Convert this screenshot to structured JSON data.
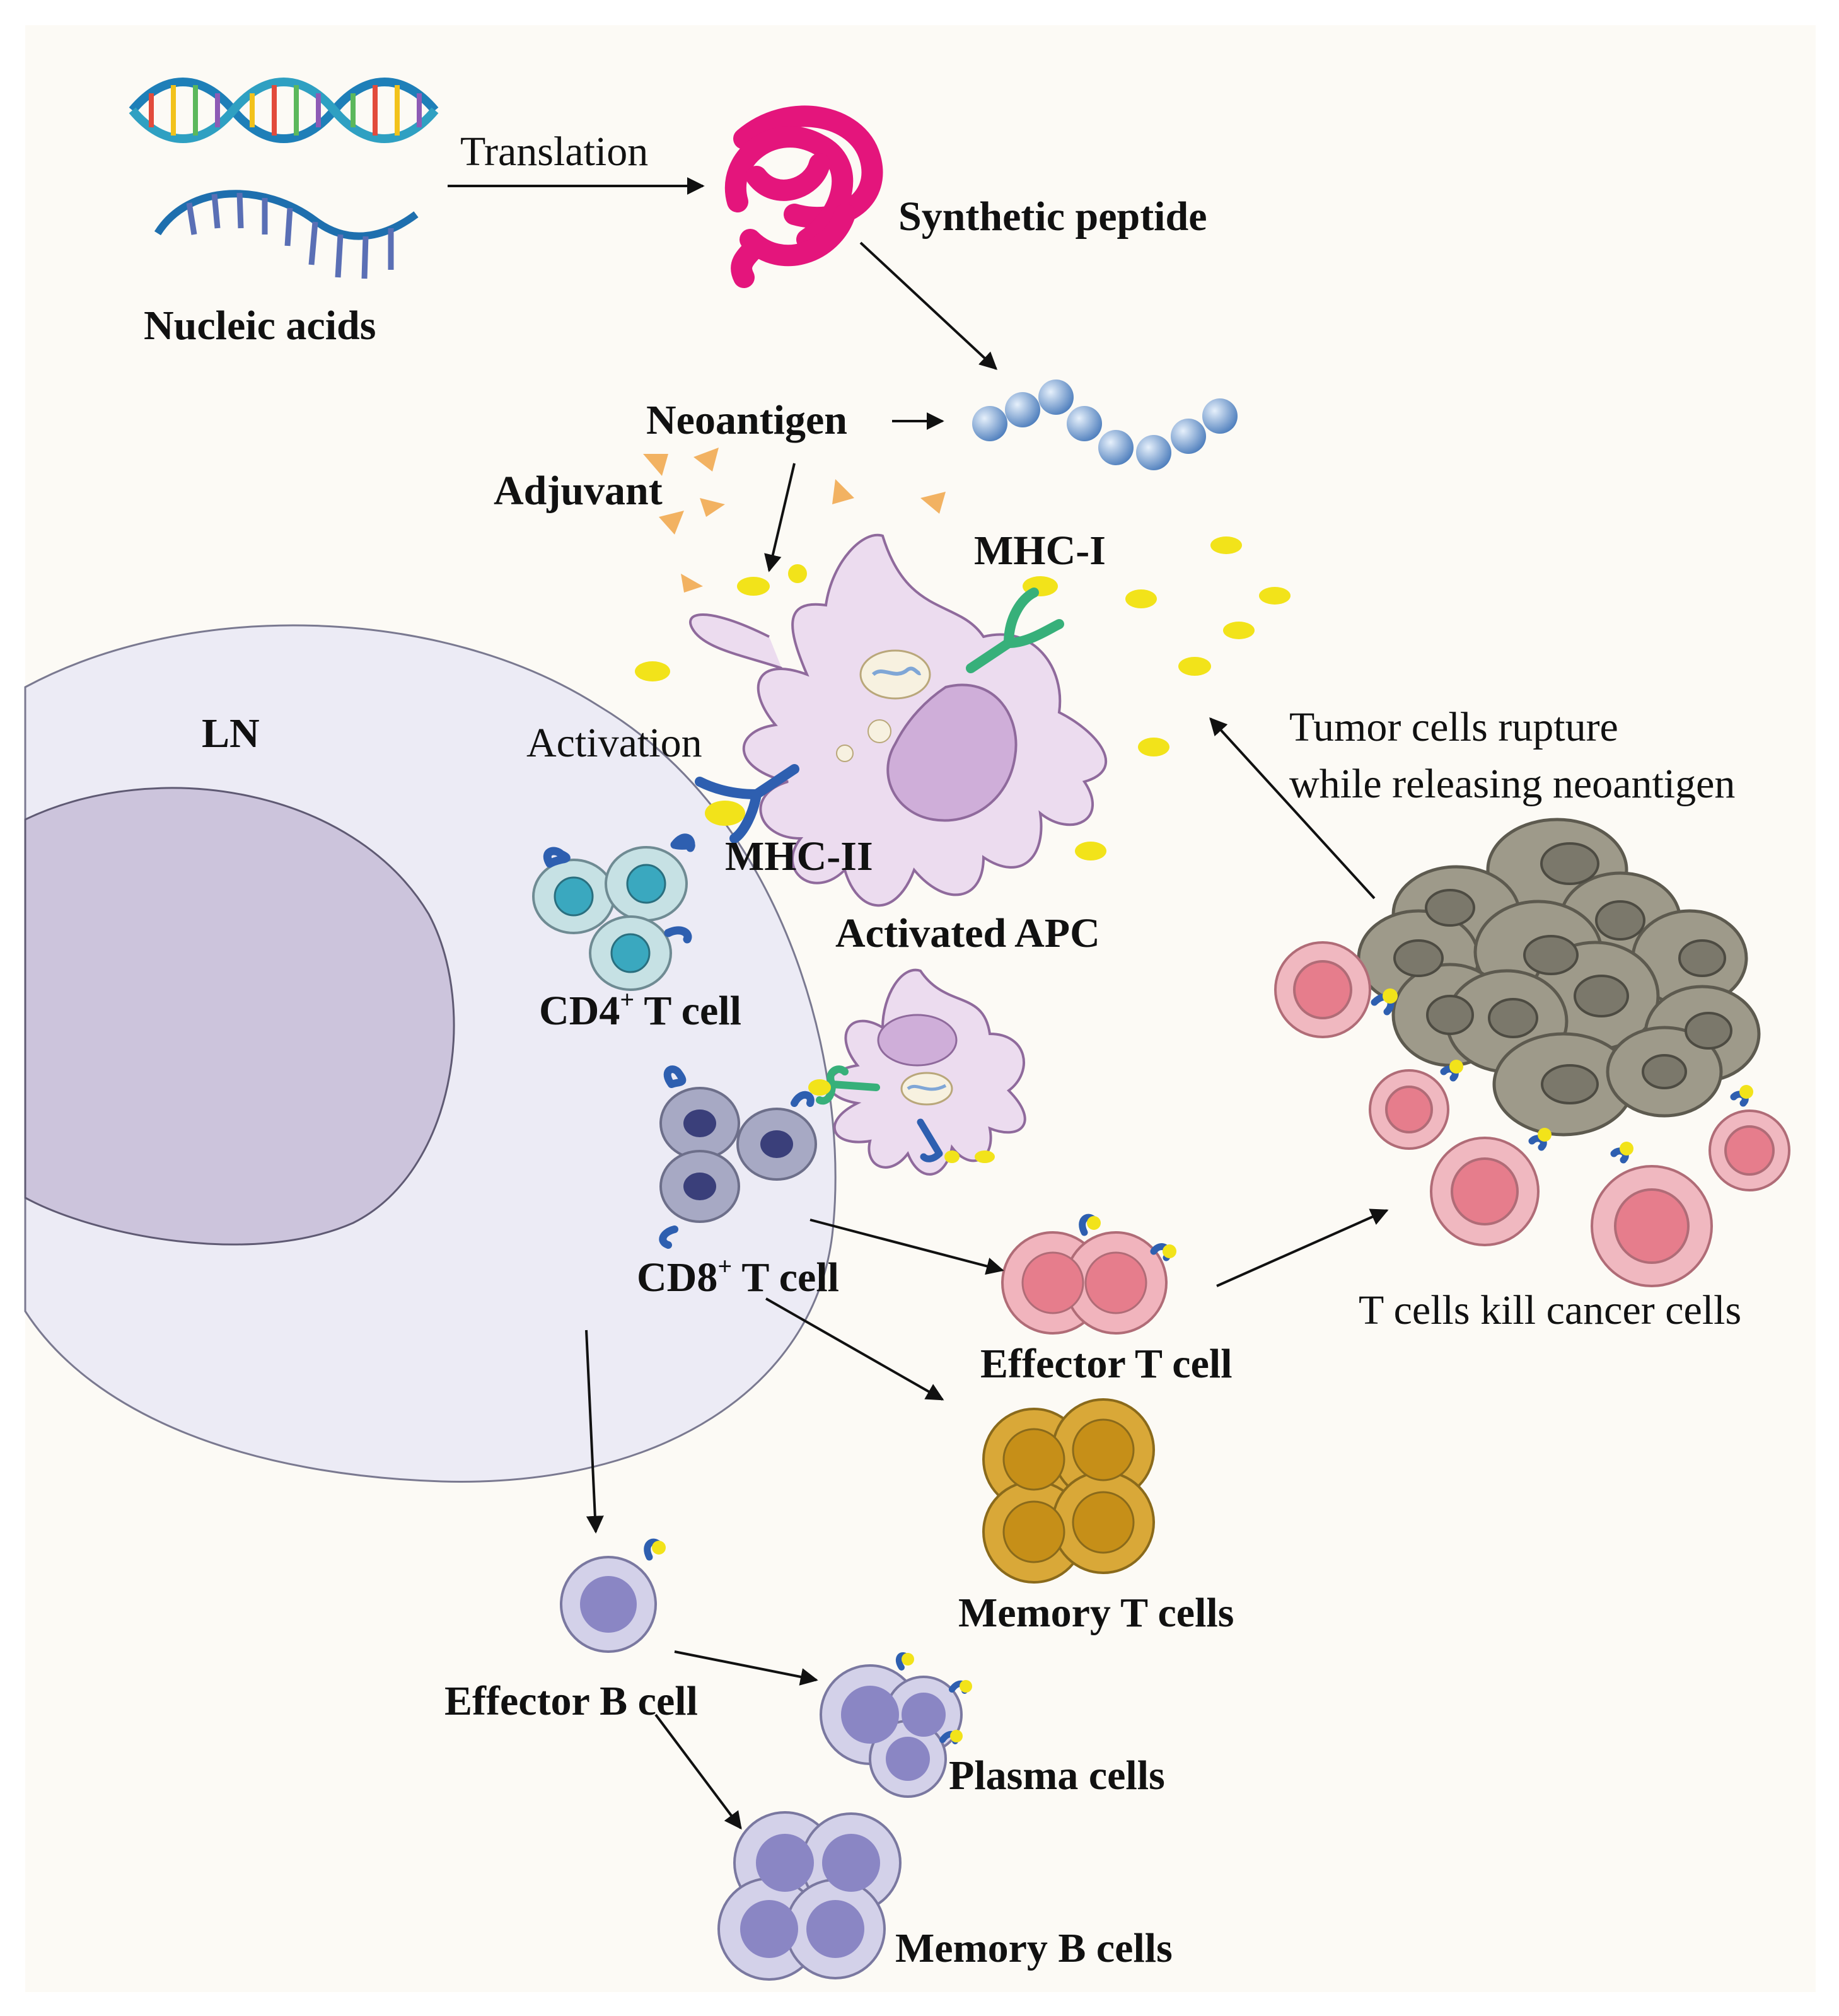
{
  "labels": {
    "nucleic_acids": "Nucleic acids",
    "translation": "Translation",
    "synthetic_peptide": "Synthetic peptide",
    "neoantigen": "Neoantigen",
    "adjuvant": "Adjuvant",
    "mhc_i": "MHC-I",
    "ln": "LN",
    "activation": "Activation",
    "tumor_line1": "Tumor cells rupture",
    "tumor_line2": "while releasing neoantigen",
    "mhc_ii": "MHC-II",
    "activated_apc": "Activated APC",
    "cd4_prefix": "CD4",
    "cd4_sup": "+",
    "cd4_suffix": " T cell",
    "cd8_prefix": "CD8",
    "cd8_sup": "+",
    "cd8_suffix": " T cell",
    "t_cells_kill": "T cells kill cancer cells",
    "effector_t": "Effector T cell",
    "memory_t": "Memory T cells",
    "effector_b": "Effector B cell",
    "plasma": "Plasma cells",
    "memory_b": "Memory B cells"
  },
  "colors": {
    "background": "#fcfaf5",
    "lymph_node": "#ecebf5",
    "lymph_node_core": "#ccc4dc",
    "peptide": "#e4157c",
    "neoantigen_bead": "#7fa6d6",
    "adjuvant": "#f2b262",
    "neoantigen_dot": "#f2e31a",
    "apc": "#ecdcef",
    "apc_nucleus": "#cfaed9",
    "cd4_cell": "#c6e1e4",
    "cd8_cell": "#a7a9c4",
    "effector_t": "#f1b4bd",
    "memory_t": "#d9a838",
    "b_cell": "#d3d1e9",
    "tumor": "#9e9a8a",
    "killer_cell": "#f0b8c0"
  }
}
